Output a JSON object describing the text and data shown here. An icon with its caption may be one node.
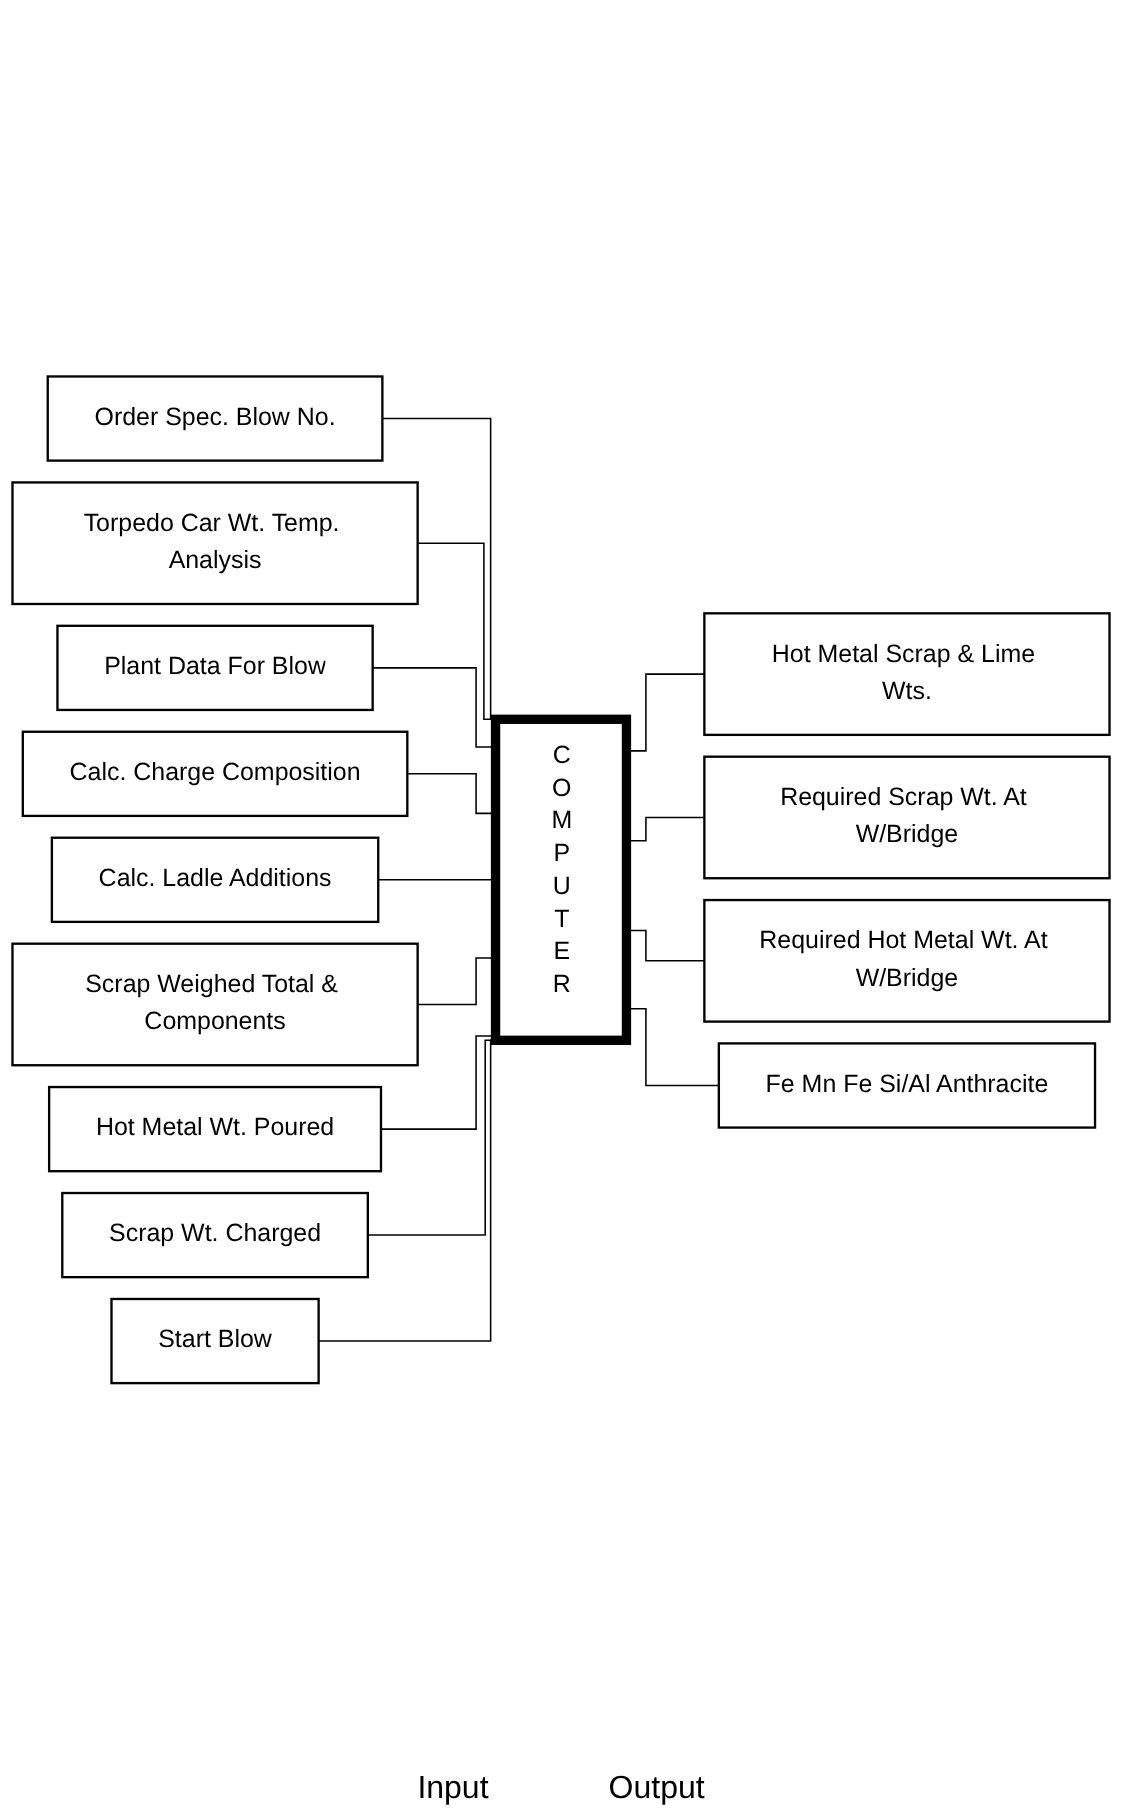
{
  "diagram": {
    "nodes": [
      {
        "text": [
          "Order Spec. Blow No."
        ]
      },
      {
        "text": [
          "Torpedo Car Wt. Temp. Analysis"
        ]
      },
      {
        "text": [
          "Plant Data For Blow"
        ]
      },
      {
        "text": [
          "Calc. Charge Composition"
        ]
      },
      {
        "text": [
          "Calc. Ladle Additions"
        ]
      },
      {
        "text": [
          "Scrap Weighed Total & Components"
        ]
      },
      {
        "text": [
          "Hot Metal Wt. Poured"
        ]
      },
      {
        "text": [
          "Scrap Wt. Charged"
        ]
      },
      {
        "text": [
          "Start Blow"
        ]
      },
      {
        "text": [
          "COMPUTER"
        ]
      },
      {
        "text": [
          "Hot Metal Scrap & Lime Wts."
        ]
      },
      {
        "text": [
          "Required Scrap Wt. At W/Bridge"
        ]
      },
      {
        "text": [
          "Required Hot Metal Wt. At W/Bridge"
        ]
      },
      {
        "text": [
          "Fe Mn Fe Si/Al Anthracite"
        ]
      }
    ],
    "edges": [
      {
        "from": 0,
        "to": 9,
        "arrow": "none"
      },
      {
        "from": 1,
        "to": 9,
        "arrow": "none"
      },
      {
        "from": 2,
        "to": 9,
        "arrow": "none"
      },
      {
        "from": 3,
        "to": 9,
        "arrow": "none"
      },
      {
        "from": 4,
        "to": 9,
        "arrow": "none"
      },
      {
        "from": 5,
        "to": 9,
        "arrow": "none"
      },
      {
        "from": 6,
        "to": 9,
        "arrow": "none"
      },
      {
        "from": 7,
        "to": 9,
        "arrow": "none"
      },
      {
        "from": 8,
        "to": 9,
        "arrow": "none"
      },
      {
        "from": 9,
        "to": 10,
        "arrow": "none"
      },
      {
        "from": 9,
        "to": 11,
        "arrow": "none"
      },
      {
        "from": 9,
        "to": 12,
        "arrow": "none"
      },
      {
        "from": 9,
        "to": 13,
        "arrow": "none"
      }
    ],
    "labels": [
      "Input",
      "Output"
    ]
  }
}
